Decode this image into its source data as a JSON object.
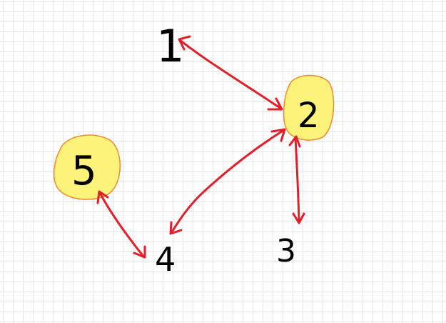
{
  "colors": {
    "arrow": "#e0202a",
    "highlight_fill": "#fdf27a",
    "highlight_stroke": "#f08a2a",
    "ink": "#000000",
    "grid": "#e4e4e4"
  },
  "nodes": [
    {
      "id": "n1",
      "label": "1",
      "highlighted": false
    },
    {
      "id": "n2",
      "label": "2",
      "highlighted": true
    },
    {
      "id": "n3",
      "label": "3",
      "highlighted": false
    },
    {
      "id": "n4",
      "label": "4",
      "highlighted": false
    },
    {
      "id": "n5",
      "label": "5",
      "highlighted": true
    }
  ],
  "edges": [
    {
      "from": "1",
      "to": "2",
      "direction": "both"
    },
    {
      "from": "2",
      "to": "3",
      "direction": "both"
    },
    {
      "from": "2",
      "to": "4",
      "direction": "both"
    },
    {
      "from": "4",
      "to": "5",
      "direction": "both"
    }
  ]
}
